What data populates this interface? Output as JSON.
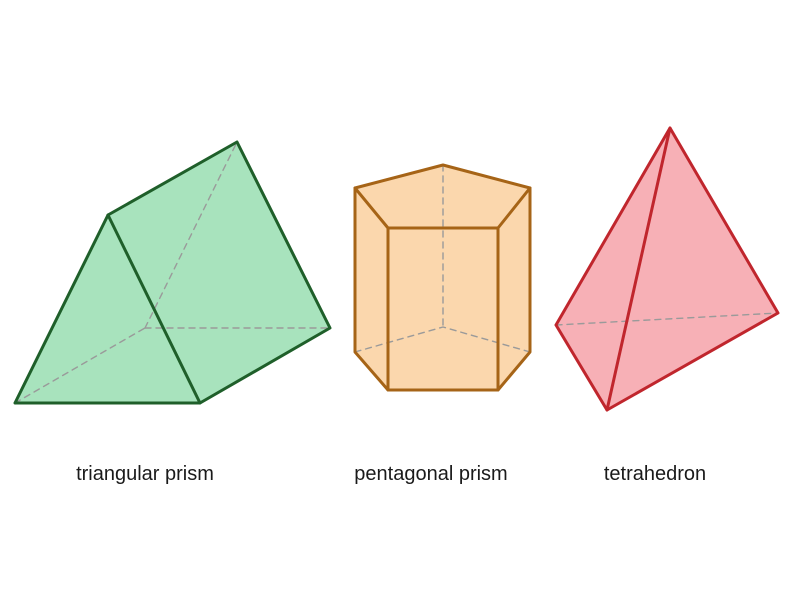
{
  "shapes": [
    {
      "id": "triangular-prism",
      "label": "triangular prism",
      "fill_color": "#a8e3bd",
      "stroke_color": "#1f5f2a"
    },
    {
      "id": "pentagonal-prism",
      "label": "pentagonal prism",
      "fill_color": "#fbd7ad",
      "stroke_color": "#a66417"
    },
    {
      "id": "tetrahedron",
      "label": "tetrahedron",
      "fill_color": "#f7b0b6",
      "stroke_color": "#c0262d"
    }
  ],
  "hidden_edge_color": "#9a9a9a"
}
